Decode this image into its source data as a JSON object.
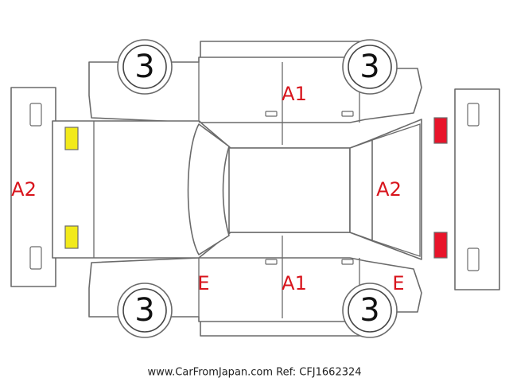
{
  "wheels": {
    "front_left": "3",
    "front_right": "3",
    "rear_left": "3",
    "rear_right": "3"
  },
  "damage_labels": {
    "roof_top": "A1",
    "roof_bottom": "A1",
    "front_bumper": "A2",
    "rear_bumper": "A2",
    "side_left": "E",
    "side_right": "E"
  },
  "lights": {
    "front_color": "#f2ea1a",
    "rear_color": "#e8142a"
  },
  "footer": "www.CarFromJapan.com Ref: CFJ1662324"
}
